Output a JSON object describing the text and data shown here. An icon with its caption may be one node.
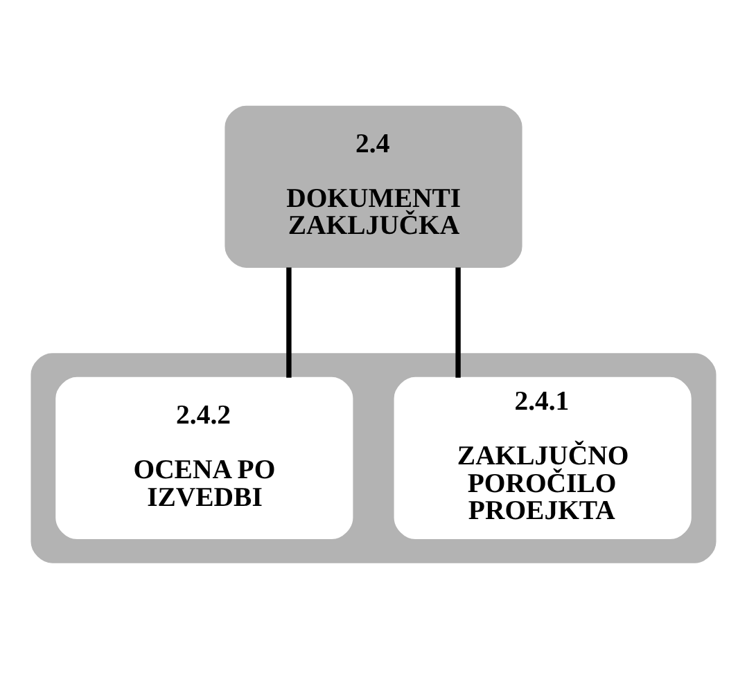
{
  "diagram": {
    "nodes": [
      {
        "text": [
          "2.4",
          "DOKUMENTI ZAKLJUČKA"
        ]
      },
      {
        "text": [],
        "shape": "box"
      },
      {
        "text": [
          "2.4.1",
          "ZAKLJUČNO POROČILO PROEJKTA"
        ],
        "in": 1
      },
      {
        "text": [
          "2.4.2",
          "OCENA PO IZVEDBI"
        ],
        "in": 1
      }
    ],
    "edges": [
      {
        "from": 0,
        "to": 2,
        "arrow": "none"
      },
      {
        "from": 0,
        "to": 3,
        "arrow": "none"
      }
    ]
  }
}
